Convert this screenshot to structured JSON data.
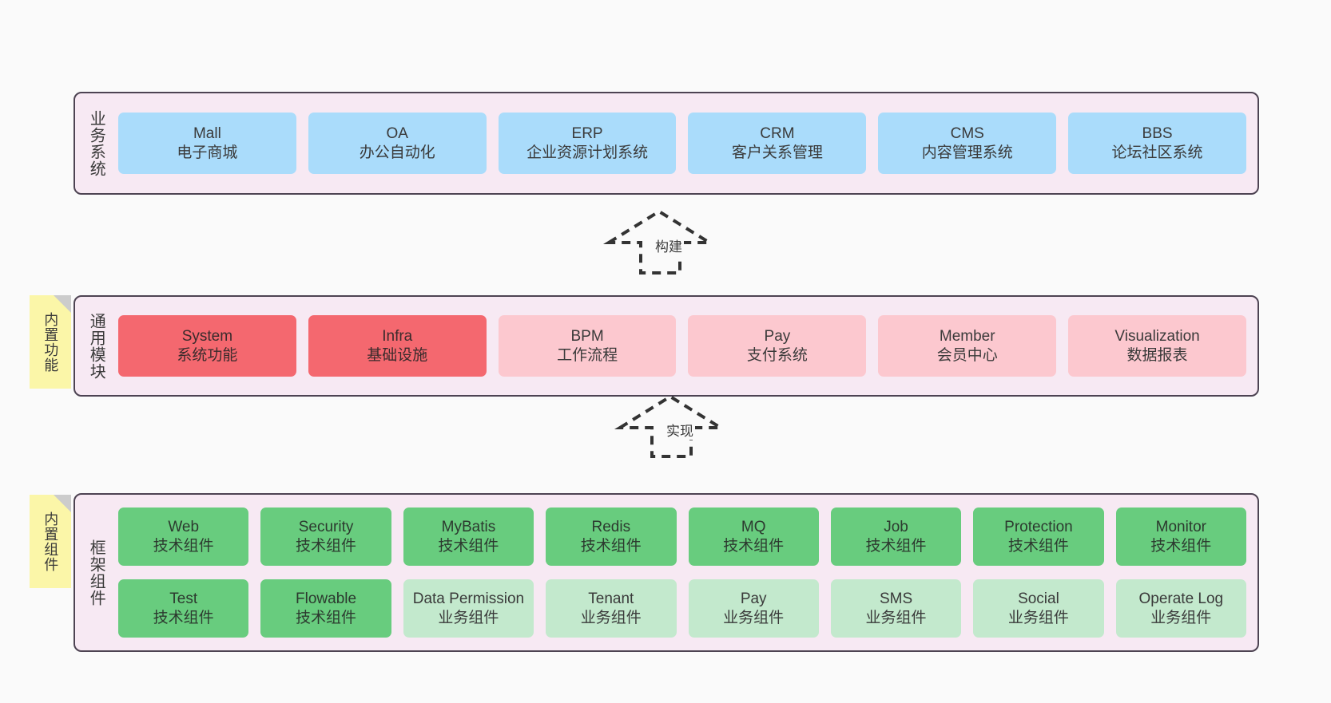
{
  "diagram": {
    "background_color": "#fafafa",
    "band_color": "#f7e9f3",
    "band_border_color": "#4d4352",
    "note_color": "#fbf6a8"
  },
  "layers": {
    "business": {
      "label": "业务系统",
      "card_color": "#aadcfb",
      "cards": [
        {
          "name": "Mall",
          "desc": "电子商城"
        },
        {
          "name": "OA",
          "desc": "办公自动化"
        },
        {
          "name": "ERP",
          "desc": "企业资源计划系统"
        },
        {
          "name": "CRM",
          "desc": "客户关系管理"
        },
        {
          "name": "CMS",
          "desc": "内容管理系统"
        },
        {
          "name": "BBS",
          "desc": "论坛社区系统"
        }
      ]
    },
    "modules": {
      "label": "通用模块",
      "note": "内置功能",
      "card_color_strong": "#f4686f",
      "card_color_soft": "#fcc8cf",
      "cards": [
        {
          "name": "System",
          "desc": "系统功能",
          "tone": "red"
        },
        {
          "name": "Infra",
          "desc": "基础设施",
          "tone": "red"
        },
        {
          "name": "BPM",
          "desc": "工作流程",
          "tone": "pink"
        },
        {
          "name": "Pay",
          "desc": "支付系统",
          "tone": "pink"
        },
        {
          "name": "Member",
          "desc": "会员中心",
          "tone": "pink"
        },
        {
          "name": "Visualization",
          "desc": "数据报表",
          "tone": "pink"
        }
      ]
    },
    "framework": {
      "label": "框架组件",
      "note": "内置组件",
      "card_color_strong": "#68cc7e",
      "card_color_soft": "#c3e9cd",
      "row1": [
        {
          "name": "Web",
          "desc": "技术组件",
          "tone": "green"
        },
        {
          "name": "Security",
          "desc": "技术组件",
          "tone": "green"
        },
        {
          "name": "MyBatis",
          "desc": "技术组件",
          "tone": "green"
        },
        {
          "name": "Redis",
          "desc": "技术组件",
          "tone": "green"
        },
        {
          "name": "MQ",
          "desc": "技术组件",
          "tone": "green"
        },
        {
          "name": "Job",
          "desc": "技术组件",
          "tone": "green"
        },
        {
          "name": "Protection",
          "desc": "技术组件",
          "tone": "green"
        },
        {
          "name": "Monitor",
          "desc": "技术组件",
          "tone": "green"
        }
      ],
      "row2": [
        {
          "name": "Test",
          "desc": "技术组件",
          "tone": "green"
        },
        {
          "name": "Flowable",
          "desc": "技术组件",
          "tone": "green"
        },
        {
          "name": "Data Permission",
          "desc": "业务组件",
          "tone": "greenpale"
        },
        {
          "name": "Tenant",
          "desc": "业务组件",
          "tone": "greenpale"
        },
        {
          "name": "Pay",
          "desc": "业务组件",
          "tone": "greenpale"
        },
        {
          "name": "SMS",
          "desc": "业务组件",
          "tone": "greenpale"
        },
        {
          "name": "Social",
          "desc": "业务组件",
          "tone": "greenpale"
        },
        {
          "name": "Operate Log",
          "desc": "业务组件",
          "tone": "greenpale"
        }
      ]
    }
  },
  "arrows": [
    {
      "id": "build",
      "label": "构建",
      "style": "dashed-generalization",
      "from": "modules",
      "to": "business"
    },
    {
      "id": "implement",
      "label": "实现",
      "style": "dashed-generalization",
      "from": "framework",
      "to": "modules"
    }
  ]
}
